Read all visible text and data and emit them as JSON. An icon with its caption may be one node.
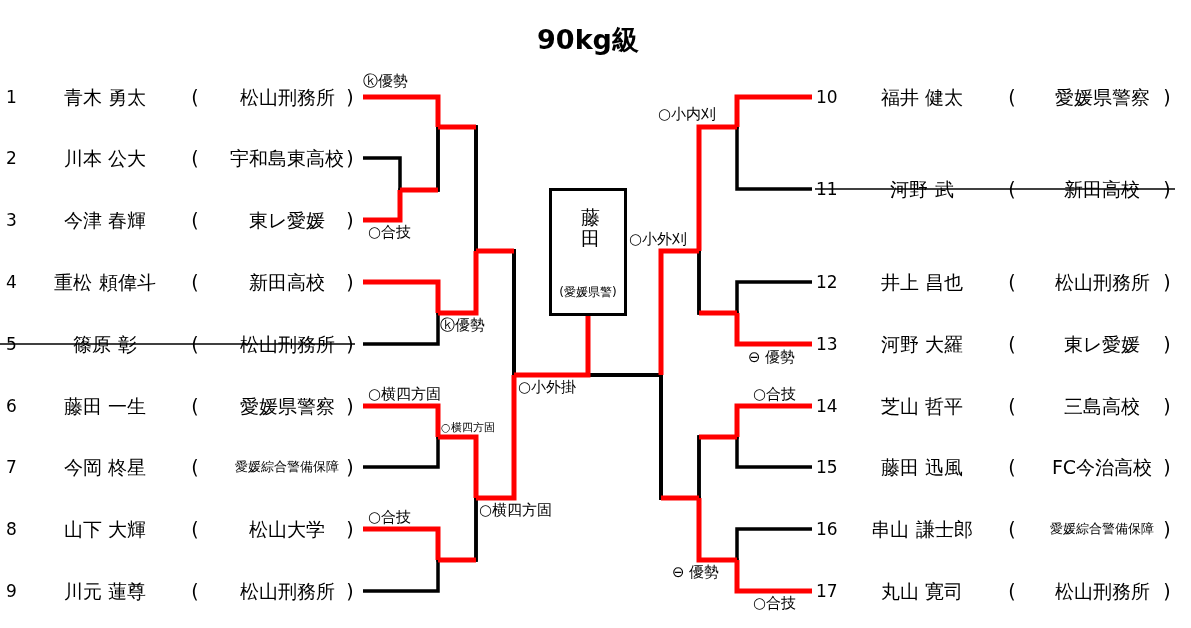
{
  "diagram": {
    "title": "90kg級",
    "nodes": [
      {
        "text": [
          "1",
          "青木 勇太",
          "(",
          "松山刑務所",
          ")"
        ]
      },
      {
        "text": [
          "2",
          "川本 公大",
          "(",
          "宇和島東高校",
          ")"
        ]
      },
      {
        "text": [
          "3",
          "今津 春輝",
          "(",
          "東レ愛媛",
          ")"
        ]
      },
      {
        "text": [
          "4",
          "重松 頼偉斗",
          "(",
          "新田高校",
          ")"
        ]
      },
      {
        "text": [
          "5",
          "篠原 彰",
          "(",
          "松山刑務所",
          ")"
        ]
      },
      {
        "text": [
          "6",
          "藤田 一生",
          "(",
          "愛媛県警察",
          ")"
        ]
      },
      {
        "text": [
          "7",
          "今岡 柊星",
          "(",
          "愛媛綜合警備保障",
          ")"
        ]
      },
      {
        "text": [
          "8",
          "山下 大輝",
          "(",
          "松山大学",
          ")"
        ]
      },
      {
        "text": [
          "9",
          "川元 蓮尊",
          "(",
          "松山刑務所",
          ")"
        ]
      },
      {
        "text": [
          "10",
          "福井 健太",
          "(",
          "愛媛県警察",
          ")"
        ]
      },
      {
        "text": [
          "11",
          "河野 武",
          "(",
          "新田高校",
          ")"
        ]
      },
      {
        "text": [
          "12",
          "井上 昌也",
          "(",
          "松山刑務所",
          ")"
        ]
      },
      {
        "text": [
          "13",
          "河野 大羅",
          "(",
          "東レ愛媛",
          ")"
        ]
      },
      {
        "text": [
          "14",
          "芝山 哲平",
          "(",
          "三島高校",
          ")"
        ]
      },
      {
        "text": [
          "15",
          "藤田 迅風",
          "(",
          "FC今治高校",
          ")"
        ]
      },
      {
        "text": [
          "16",
          "串山 謙士郎",
          "(",
          "愛媛綜合警備保障",
          ")"
        ]
      },
      {
        "text": [
          "17",
          "丸山 寛司",
          "(",
          "松山刑務所",
          ")"
        ]
      },
      {
        "text": [
          "藤田",
          "(愛媛県警)"
        ]
      }
    ],
    "edges": [
      {
        "from": 0,
        "to": 17,
        "arrow": "none"
      },
      {
        "from": 1,
        "to": 17,
        "arrow": "none"
      },
      {
        "from": 2,
        "to": 17,
        "arrow": "none"
      },
      {
        "from": 3,
        "to": 17,
        "arrow": "none"
      },
      {
        "from": 4,
        "to": 17,
        "arrow": "none"
      },
      {
        "from": 5,
        "to": 17,
        "arrow": "none"
      },
      {
        "from": 6,
        "to": 17,
        "arrow": "none"
      },
      {
        "from": 7,
        "to": 17,
        "arrow": "none"
      },
      {
        "from": 8,
        "to": 17,
        "arrow": "none"
      },
      {
        "from": 9,
        "to": 17,
        "arrow": "none"
      },
      {
        "from": 10,
        "to": 17,
        "arrow": "none"
      },
      {
        "from": 11,
        "to": 17,
        "arrow": "none"
      },
      {
        "from": 12,
        "to": 17,
        "arrow": "none"
      },
      {
        "from": 13,
        "to": 17,
        "arrow": "none"
      },
      {
        "from": 14,
        "to": 17,
        "arrow": "none"
      },
      {
        "from": 15,
        "to": 17,
        "arrow": "none"
      },
      {
        "from": 16,
        "to": 17,
        "arrow": "none"
      }
    ],
    "labels": [
      "ⓚ優勢",
      "○小内刈",
      "○合技",
      "○小外刈",
      "ⓚ優勢",
      "⊖ 優勢",
      "○小外掛",
      "○横四方固",
      "○合技",
      "○横四方固",
      "○横四方固",
      "○合技",
      "⊖ 優勢",
      "○合技"
    ]
  }
}
